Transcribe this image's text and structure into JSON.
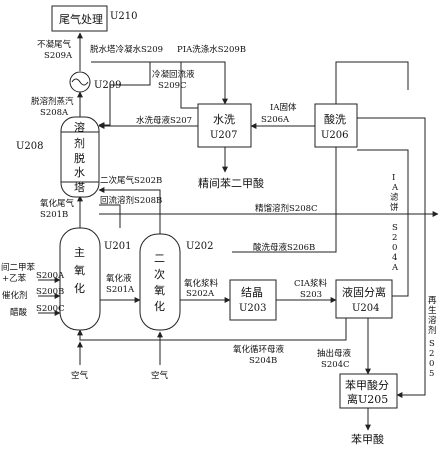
{
  "units": {
    "u210": {
      "name": "尾气处理",
      "code": "U210"
    },
    "u209": {
      "code": "U209"
    },
    "u208": {
      "chars": [
        "溶",
        "剂",
        "脱",
        "水",
        "塔"
      ],
      "code": "U208"
    },
    "u207": {
      "line1": "水洗",
      "line2": "U207"
    },
    "u206": {
      "line1": "酸洗",
      "line2": "U206"
    },
    "u201": {
      "chars": [
        "主",
        "氧",
        "化"
      ],
      "code": "U201"
    },
    "u202": {
      "chars": [
        "二",
        "次",
        "氧",
        "化"
      ],
      "code": "U202"
    },
    "u203": {
      "line1": "结晶",
      "line2": "U203"
    },
    "u204": {
      "line1": "液固分离",
      "line2": "U204"
    },
    "u205": {
      "line1": "苯甲酸分",
      "line2": "离U205"
    }
  },
  "streams": {
    "s209a_l1": "不凝尾气",
    "s209a_l2": "S209A",
    "s209": "脱水塔冷凝水S209",
    "s209b": "PIA洗涤水S209B",
    "s209c_l1": "冷凝回流液",
    "s209c_l2": "S209C",
    "s208a_l1": "脱溶剂蒸汽",
    "s208a_l2": "S208A",
    "s207": "水洗母液S207",
    "s206a_l1": "IA固体",
    "s206a_l2": "S206A",
    "product_pia": "精间苯二甲酸",
    "s202b": "二次尾气S202B",
    "s201b_l1": "氧化尾气",
    "s201b_l2": "S201B",
    "s208b": "回流溶剂S208B",
    "s208c": "精馏溶剂S208C",
    "s204a_chars": [
      "I",
      "A",
      "滤",
      "饼",
      "S",
      "2",
      "0",
      "4",
      "A"
    ],
    "s206b": "酸洗母液S206B",
    "feed1": "间二甲苯",
    "feed2": "+乙苯",
    "s200a": "S200A",
    "catalyst": "催化剂",
    "s200b": "S200B",
    "acetic": "醋酸",
    "s200c": "S200C",
    "s201a_l1": "氧化液",
    "s201a_l2": "S201A",
    "s202a_l1": "氧化浆料",
    "s202a_l2": "S202A",
    "s203_l1": "CIA浆料",
    "s203_l2": "S203",
    "s205_chars": [
      "再",
      "生",
      "溶",
      "剂",
      "S",
      "2",
      "0",
      "5"
    ],
    "s204b_l1": "氧化循环母液",
    "s204b_l2": "S204B",
    "s204c_l1": "抽出母液",
    "s204c_l2": "S204C",
    "air1": "空气",
    "air2": "空气",
    "product_ba": "苯甲酸"
  }
}
